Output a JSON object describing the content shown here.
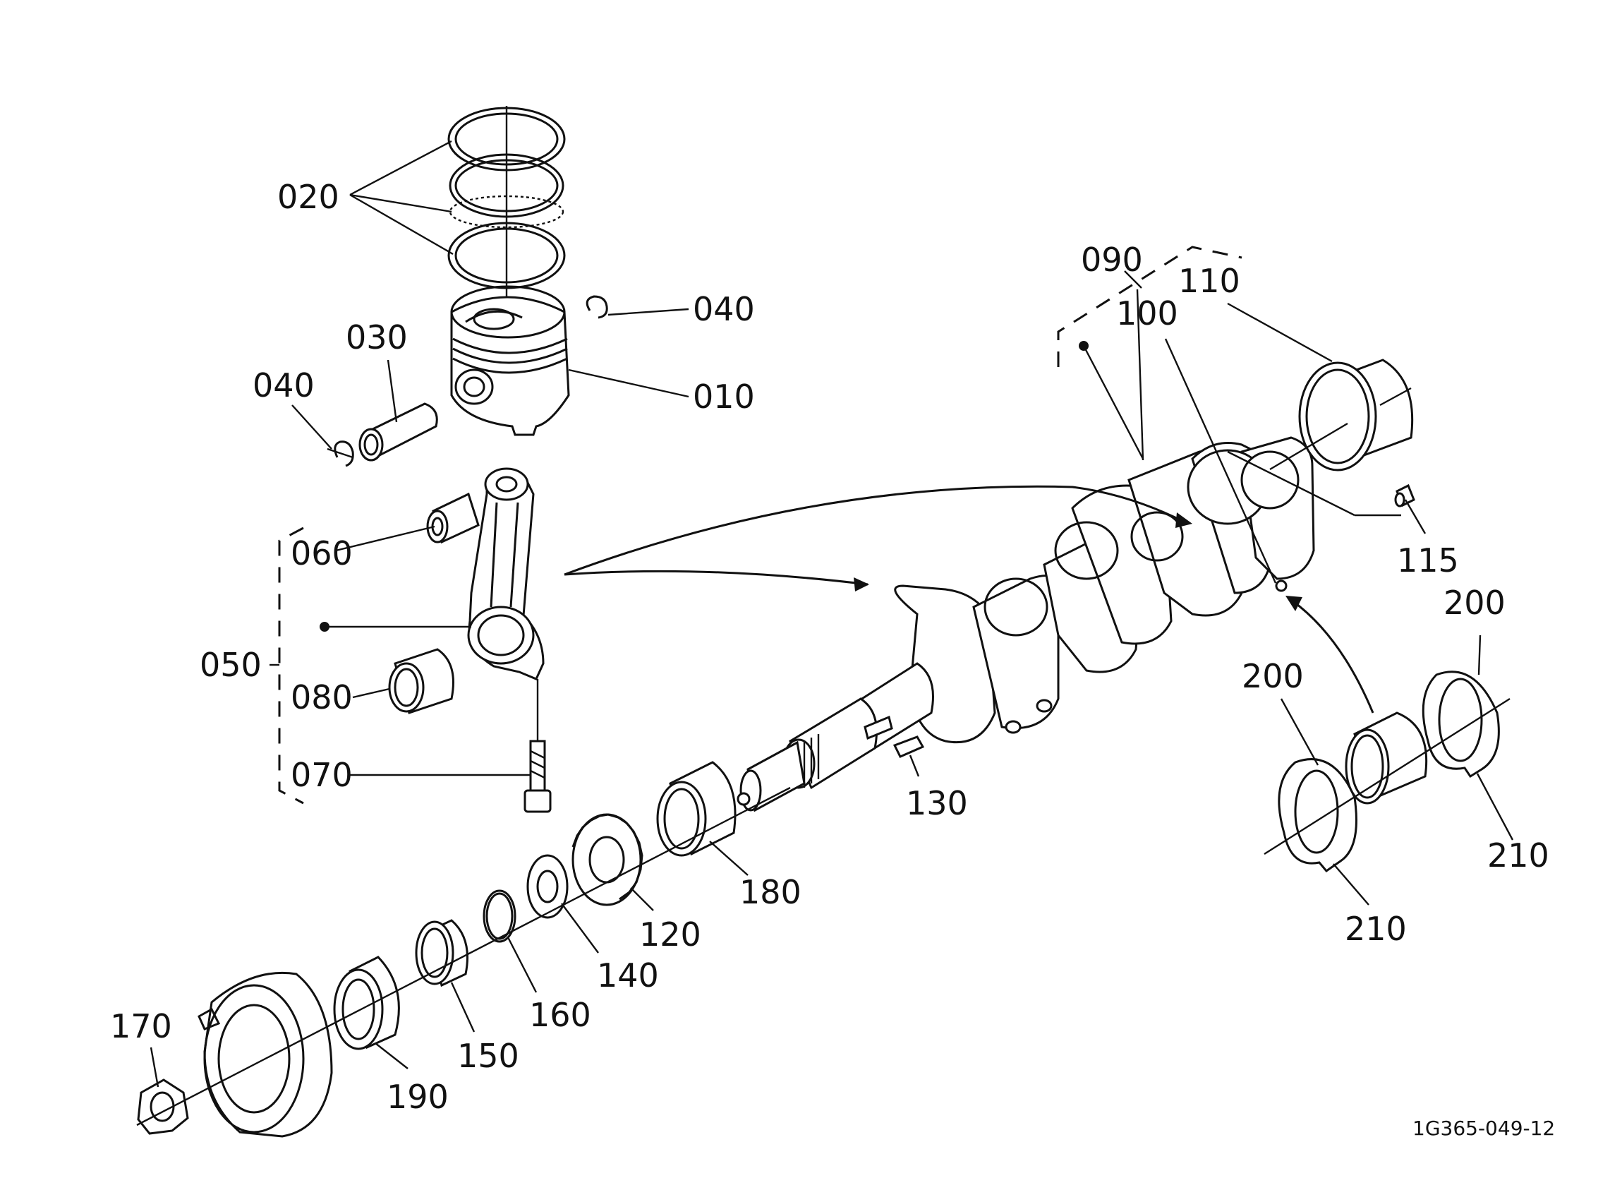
{
  "diagram": {
    "drawing_code": "1G365-049-12",
    "callouts": {
      "c010": "010",
      "c020": "020",
      "c030": "030",
      "c040_left": "040",
      "c040_right": "040",
      "c050": "050",
      "c060": "060",
      "c070": "070",
      "c080": "080",
      "c090": "090",
      "c100": "100",
      "c110": "110",
      "c115": "115",
      "c120": "120",
      "c130": "130",
      "c140": "140",
      "c150": "150",
      "c160": "160",
      "c170": "170",
      "c180": "180",
      "c190": "190",
      "c200_left": "200",
      "c200_right": "200",
      "c210_left": "210",
      "c210_right": "210"
    }
  }
}
